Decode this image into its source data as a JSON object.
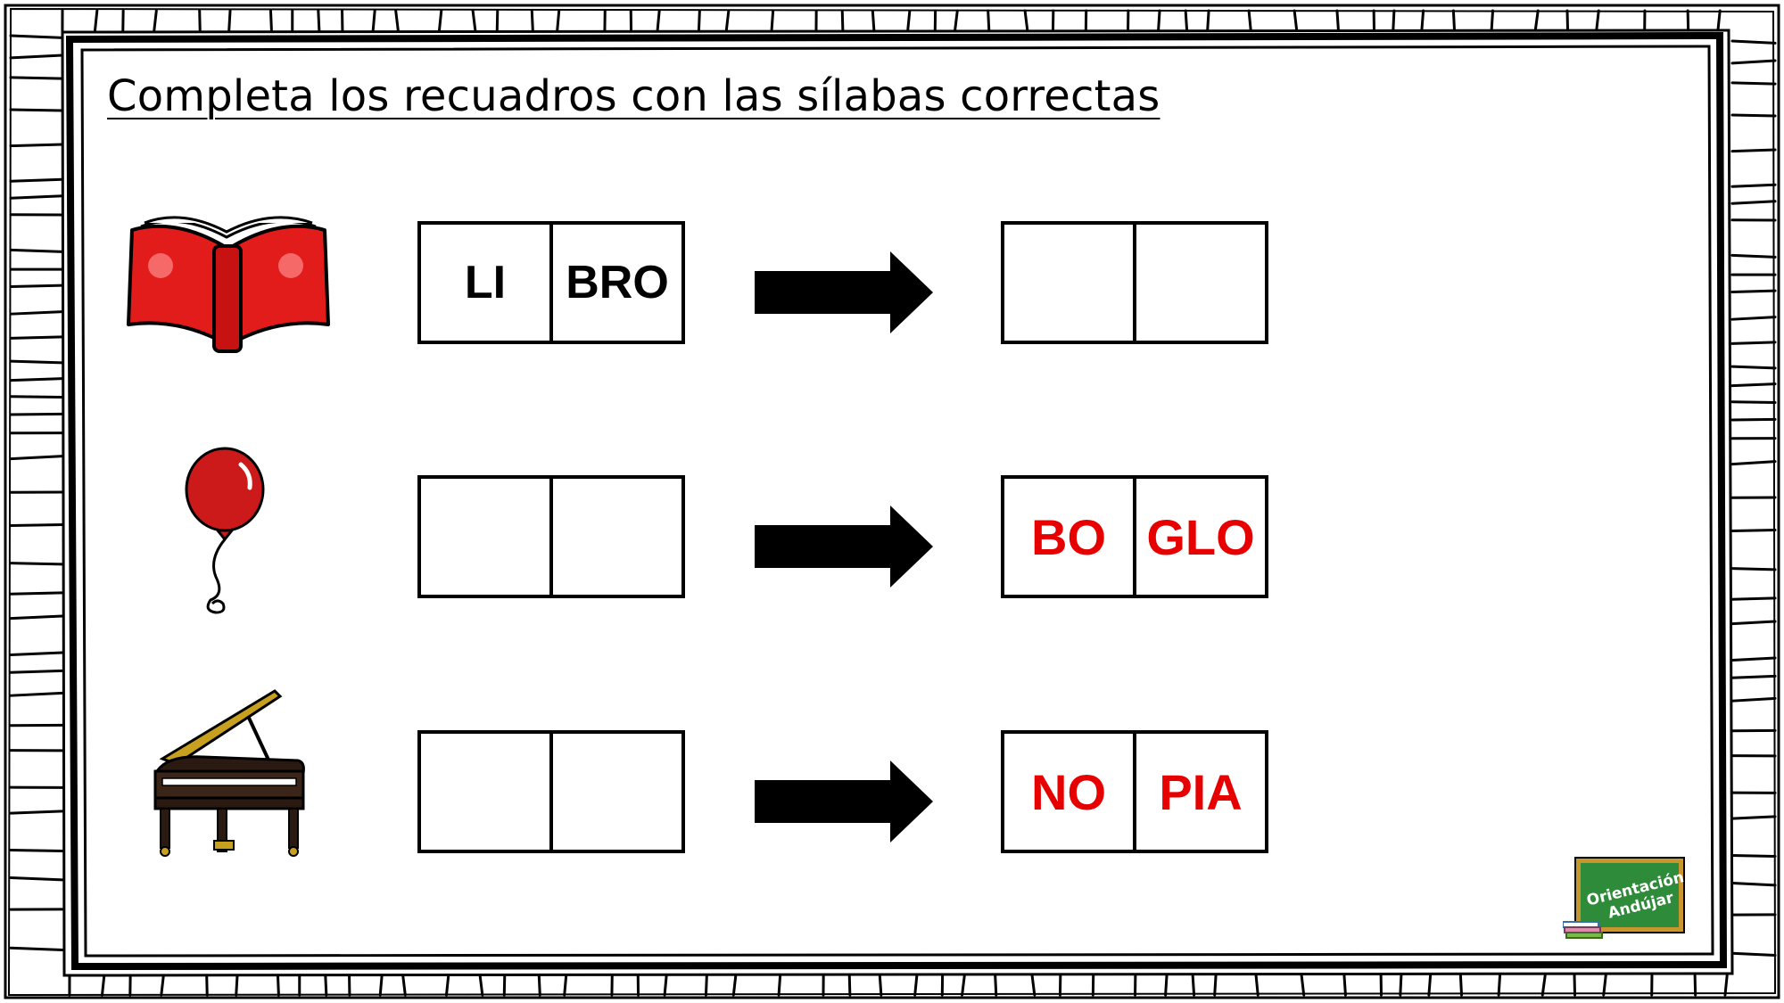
{
  "title": "Completa los recuadros con las sílabas correctas",
  "rows": [
    {
      "picture": "book-icon",
      "left": [
        "LI",
        "BRO"
      ],
      "right": [
        "",
        ""
      ]
    },
    {
      "picture": "balloon-icon",
      "left": [
        "",
        ""
      ],
      "right": [
        "BO",
        "GLO"
      ]
    },
    {
      "picture": "piano-icon",
      "left": [
        "",
        ""
      ],
      "right": [
        "NO",
        "PIA"
      ]
    }
  ],
  "colors": {
    "syllable_hint": "#e60000",
    "logo_board": "#2e8b3a",
    "logo_frame": "#c8962e"
  },
  "logo": {
    "line1": "Orientación",
    "line2": "Andújar"
  }
}
